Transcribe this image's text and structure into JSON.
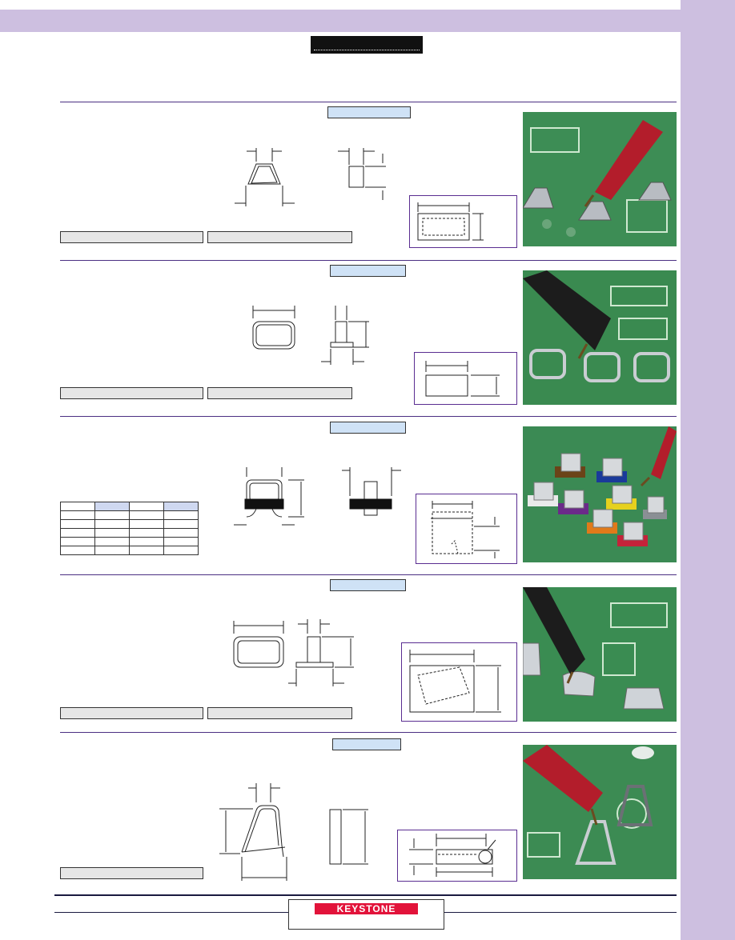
{
  "brand": {
    "logo_text": "KEYSTONE",
    "logo_color": "#e2133a",
    "accent_band_color": "#cdbfe0",
    "section_rule_color": "#4a2f82",
    "tab_fill_color": "#cfe2f6"
  },
  "sections": [
    {
      "photo": "probe-on-trapezoid-test-points"
    },
    {
      "photo": "probe-on-loop-test-points"
    },
    {
      "photo": "colored-test-points-on-board"
    },
    {
      "photo": "probe-on-rectangular-test-points"
    },
    {
      "photo": "probe-on-triangular-test-points"
    }
  ]
}
